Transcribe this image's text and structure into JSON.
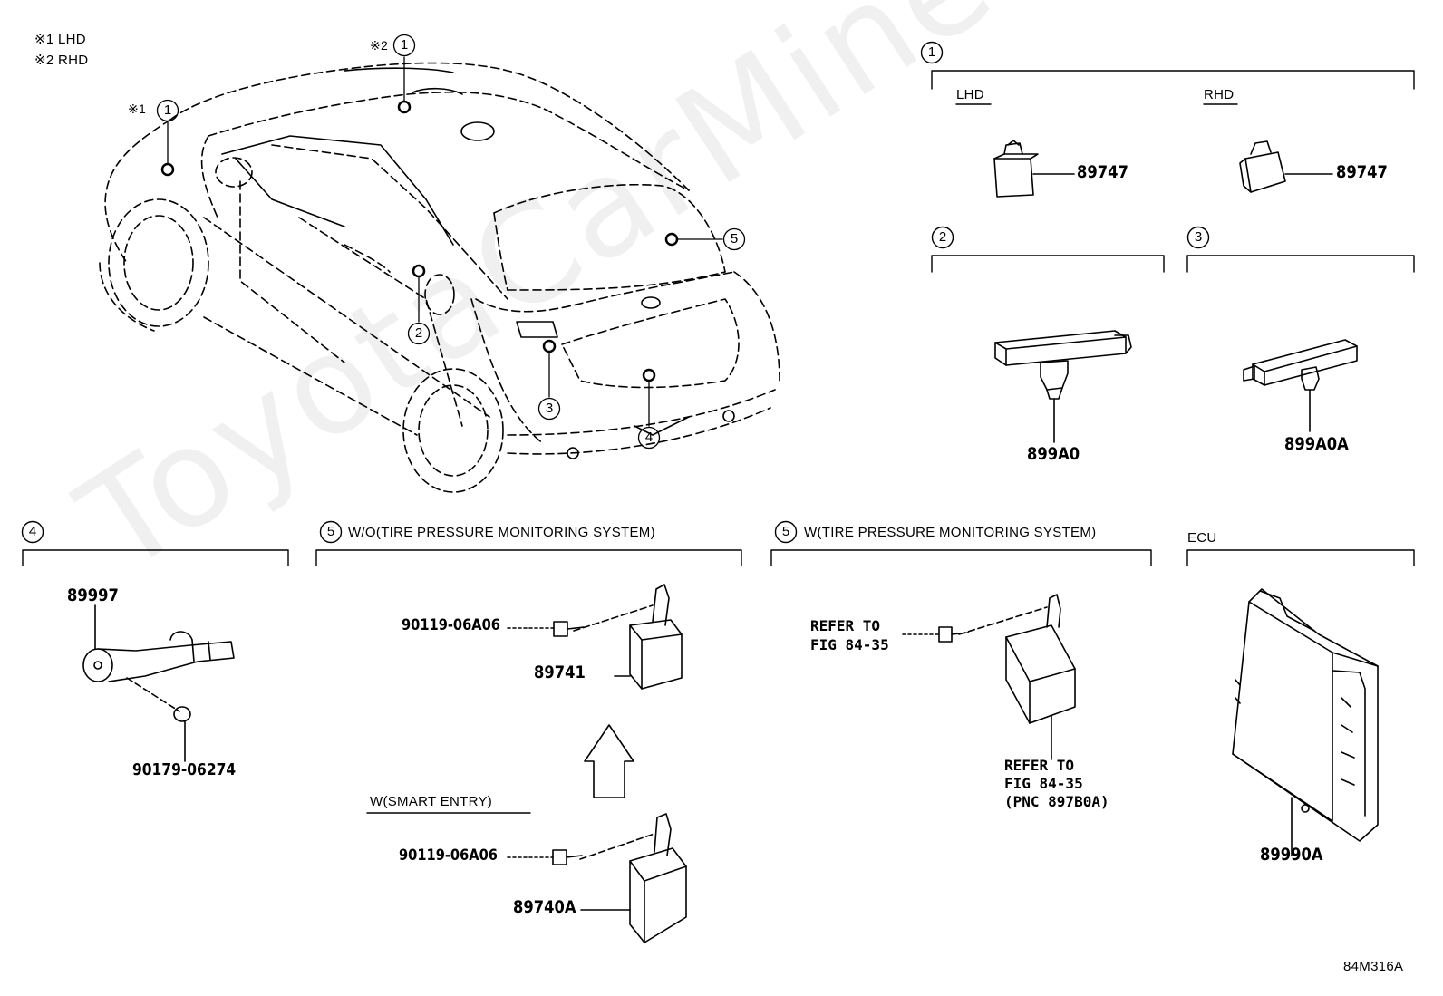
{
  "watermark": "ToyotaCarMine.ru",
  "figure_code": "84M316A",
  "legend": {
    "note1": "※1 LHD",
    "note2": "※2 RHD"
  },
  "car_callouts": {
    "note1_mark": "※1",
    "note2_mark": "※2",
    "c1": "1",
    "c1b": "1",
    "c2": "2",
    "c3": "3",
    "c4": "4",
    "c5": "5"
  },
  "sections": {
    "s1": {
      "num": "1",
      "lhd": "LHD",
      "rhd": "RHD",
      "part_lhd": "89747",
      "part_rhd": "89747"
    },
    "s2": {
      "num": "2",
      "part": "899A0"
    },
    "s3": {
      "num": "3",
      "part": "899A0A"
    },
    "s4": {
      "num": "4",
      "part": "89997",
      "bolt": "90179-06274"
    },
    "s5a": {
      "num": "5",
      "title": "W/O(TIRE PRESSURE MONITORING SYSTEM)",
      "bolt1": "90119-06A06",
      "part1": "89741",
      "sub_title": "W(SMART ENTRY)",
      "bolt2": "90119-06A06",
      "part2": "89740A"
    },
    "s5b": {
      "num": "5",
      "title": "W(TIRE PRESSURE MONITORING SYSTEM)",
      "ref1_line1": "REFER TO",
      "ref1_line2": "FIG 84-35",
      "ref2_line1": "REFER TO",
      "ref2_line2": "FIG 84-35",
      "ref2_line3": "(PNC 897B0A)"
    },
    "ecu": {
      "title": "ECU",
      "part": "89990A"
    }
  }
}
